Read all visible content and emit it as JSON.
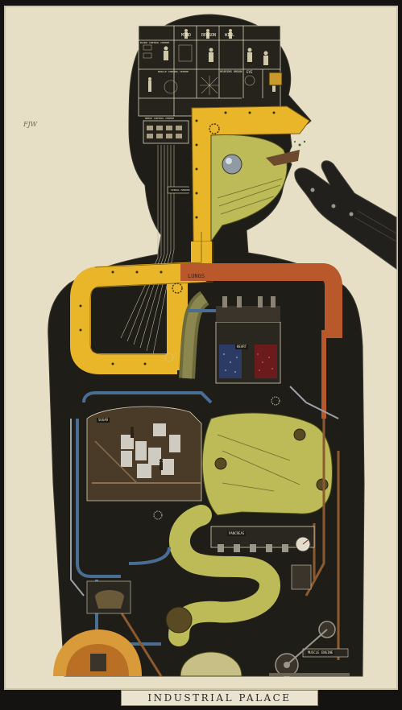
{
  "caption": "INDUSTRIAL PALACE",
  "signature": "FJW",
  "labels": {
    "mind": "MIND",
    "reason": "REASON",
    "will": "WILL",
    "blood_control": "BLOOD CONTROL CENTRE",
    "muscle_control": "MUSCLE CONTROL CENTRE",
    "hearing_organ": "HEARING ORGAN",
    "eye": "EYE",
    "nerve_control": "NERVE CONTROL CENTRE",
    "spinal_marrow": "SPINAL MARROW",
    "lungs": "LUNGS",
    "heart": "HEART",
    "sugar": "SUGAR",
    "pancreas": "PANCREAS",
    "muscle_engine": "MUSCLE ENGINE"
  },
  "colors": {
    "paper": "#e8e1c8",
    "body": "#1f1d18",
    "yellow": "#e9b62a",
    "olive": "#bcbb57",
    "copper": "#b9582a",
    "blue": "#4a6d94",
    "brown": "#6d4a2d"
  },
  "icons": [
    "gear-icon",
    "robotic-hand-icon",
    "pressure-gauge-icon"
  ]
}
